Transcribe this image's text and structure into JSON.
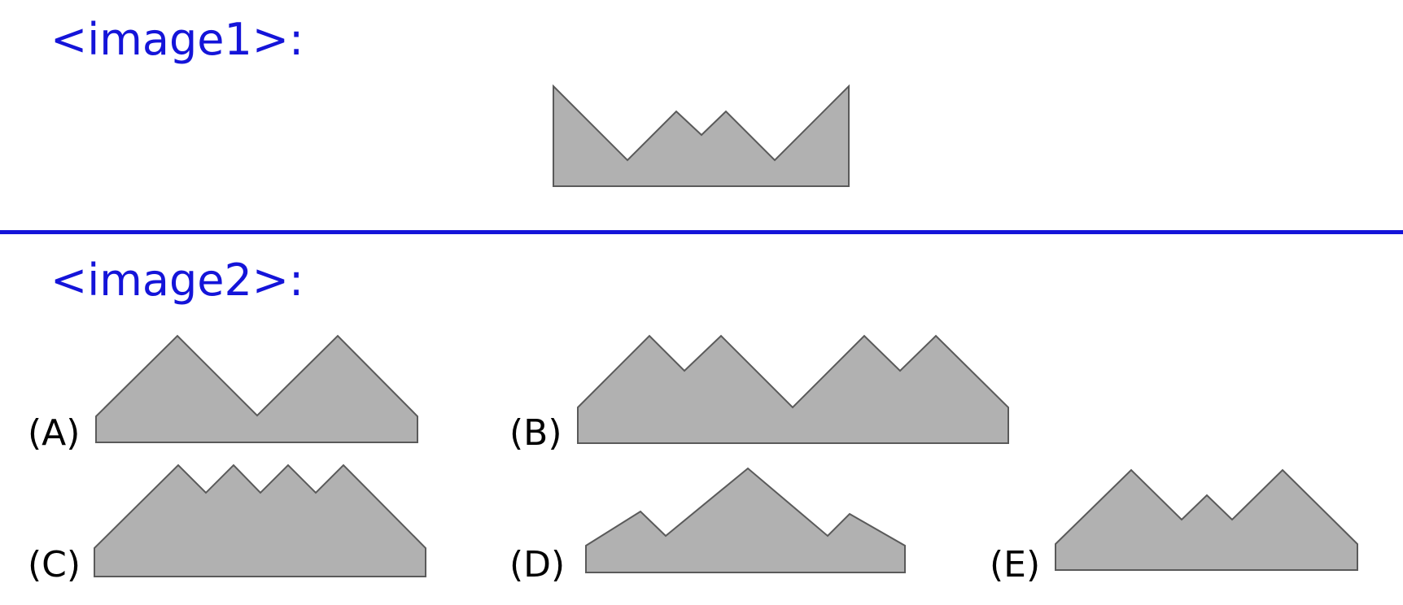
{
  "labels": {
    "image1": "<image1>:",
    "image2": "<image2>:"
  },
  "options": {
    "a": "(A)",
    "b": "(B)",
    "c": "(C)",
    "d": "(D)",
    "e": "(E)"
  },
  "colors": {
    "label_blue": "#1414d9",
    "shape_fill": "#b1b1b1",
    "shape_stroke": "#5a5a5a",
    "divider": "#1414d9"
  }
}
